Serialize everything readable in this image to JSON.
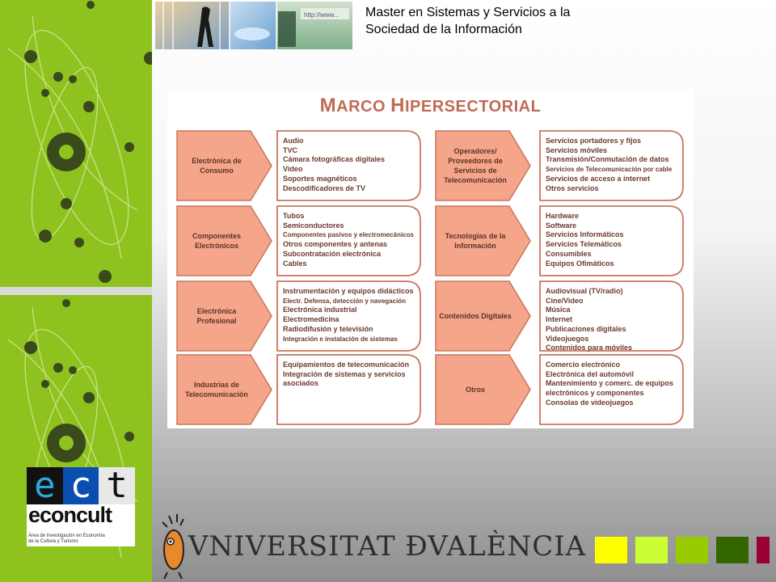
{
  "header": {
    "title_line1": "Master en Sistemas y Servicios a la",
    "title_line2": "Sociedad de la Información",
    "photo_url_text": "http://www..."
  },
  "figure": {
    "title_cap1": "M",
    "title_rest1": "ARCO ",
    "title_cap2": "H",
    "title_rest2": "IPERSECTORIAL",
    "rows": [
      {
        "left_cat": "Electrónica de Consumo",
        "left_items": [
          "Audio",
          "TVC",
          "Cámara fotográficas digitales",
          "Video",
          "Soportes magnéticos",
          "Descodificadores  de TV"
        ],
        "right_cat": "Operadores/ Proveedores de Servicios de Telecomunicación",
        "right_items": [
          "Servicios portadores y fijos",
          "Servicios móviles",
          "Transmisión/Conmutación de datos",
          "Servicios de Telecomunicación por cable",
          "Servicios de acceso a internet",
          "Otros servicios"
        ]
      },
      {
        "left_cat": "Componentes Electrónicos",
        "left_items": [
          "Tubos",
          "Semiconductores",
          "Componentes pasivos y electromecánicos",
          "Otros componentes y antenas",
          "Subcontratación electrónica",
          "Cables"
        ],
        "right_cat": "Tecnologías de la Información",
        "right_items": [
          "Hardware",
          "Software",
          "Servicios Informáticos",
          "Servicios Telemáticos",
          "Consumibles",
          "Equipos Ofimáticos"
        ]
      },
      {
        "left_cat": "Electrónica Profesional",
        "left_items": [
          "Instrumentación y equipos didácticos",
          "Electr. Defensa, detección y navegación",
          "Electrónica industrial",
          "Electromedicina",
          "Radiodifusión y televisión",
          "Integración e instalación de sistemas"
        ],
        "right_cat": "Contenidos Digitales",
        "right_items": [
          "Audiovisual (TV/radio)",
          "Cine/Video",
          "Música",
          "Internet",
          "Publicaciones digitales",
          "Videojuegos",
          "Contenidos para móviles"
        ]
      },
      {
        "left_cat": "Industrias de Telecomunicación",
        "left_items": [
          "Equipamientos de telecomunicación",
          "Integración de sistemas y servicios",
          "asociados"
        ],
        "right_cat": "Otros",
        "right_items": [
          "Comercio electrónico",
          "Electrónica del automóvil",
          "Mantenimiento y comerc. de equipos",
          "electrónicos y componentes",
          "Consolas de videojuegos"
        ]
      }
    ]
  },
  "logo": {
    "letters": [
      "e",
      "c",
      "t"
    ],
    "name": "econcult",
    "sub_line1": "Àrea de Investigación en Economía",
    "sub_line2": "de la Cultura y Turismo"
  },
  "university": {
    "name": "VNIVERSITAT ÐVALÈNCIA"
  },
  "colors": {
    "green_band": "#8dc21f",
    "arrow_fill": "#f4a58a",
    "box_border": "#c9765c",
    "squares": [
      "#ffff00",
      "#ccff33",
      "#99cc00",
      "#336600",
      "#990033"
    ]
  }
}
